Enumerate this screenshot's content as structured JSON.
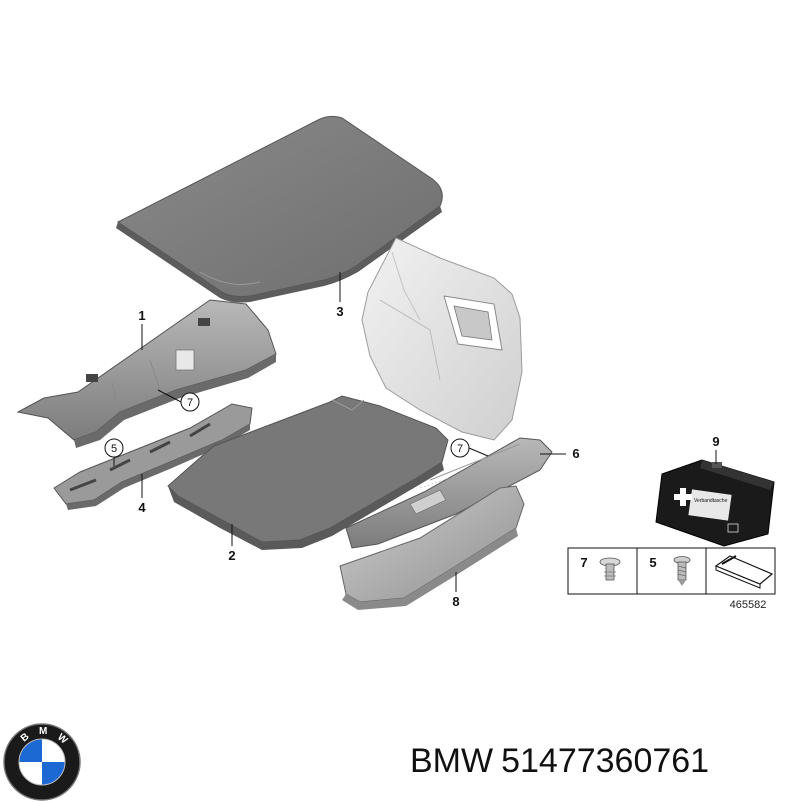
{
  "parts": [
    {
      "number": "1",
      "name": "rear-panel-trim"
    },
    {
      "number": "2",
      "name": "floor-mat"
    },
    {
      "number": "3",
      "name": "cargo-cover-board"
    },
    {
      "number": "4",
      "name": "support-bracket"
    },
    {
      "number": "5",
      "name": "screw-callout"
    },
    {
      "number": "6",
      "name": "loading-sill-trim"
    },
    {
      "number": "7",
      "name": "clip-callout"
    },
    {
      "number": "8",
      "name": "lower-sill-cover"
    },
    {
      "number": "9",
      "name": "first-aid-kit"
    }
  ],
  "callouts": {
    "clip_a": "7",
    "clip_b": "7",
    "screw": "5"
  },
  "legend_box": {
    "item_a": "7",
    "item_b": "5"
  },
  "reference_number": "465582",
  "first_aid_kit_text": "Verbandtasche",
  "brand": {
    "logo_letters": "BMW",
    "name": "BMW",
    "part_number": "51477360761",
    "colors": {
      "blue": "#1c69d4",
      "ring": "#000000",
      "white": "#ffffff"
    }
  }
}
